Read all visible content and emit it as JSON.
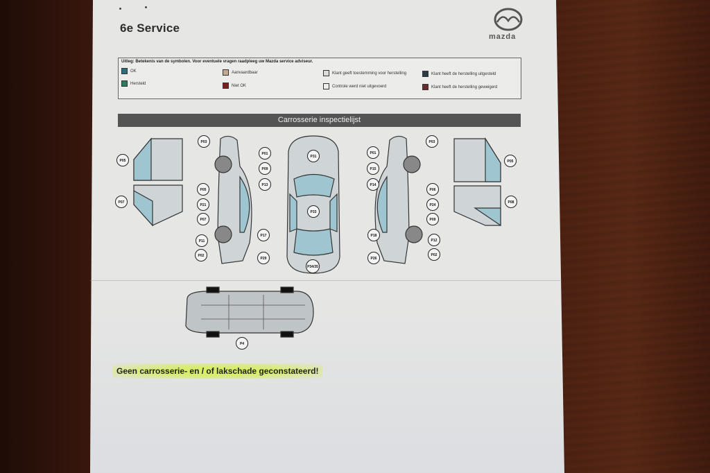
{
  "document": {
    "title": "6e Service",
    "brand": "mazda",
    "legend": {
      "heading": "Uitleg: Betekenis van de symbolen. Voor eventuele vragen raadpleeg uw Mazda service adviseur.",
      "items": [
        {
          "label": "OK",
          "symbol": "check-icon",
          "color": "#2e6e7a"
        },
        {
          "label": "Hersteld",
          "symbol": "repaired-icon",
          "color": "#2e7a5a"
        },
        {
          "label": "Aanvaardbaar",
          "symbol": "acceptable-icon",
          "color": "#c8a890"
        },
        {
          "label": "Niet OK",
          "symbol": "not-ok-icon",
          "color": "#7a2020"
        },
        {
          "label": "Klant geeft toestemming voor herstelling",
          "symbol": "consent-icon",
          "color": "#444444"
        },
        {
          "label": "Controle werd niet uitgevoerd",
          "symbol": "not-checked-icon",
          "color": "#444444"
        },
        {
          "label": "Klant heeft de herstelling uitgesteld",
          "symbol": "postponed-icon",
          "color": "#2a3a4a"
        },
        {
          "label": "Klant heeft de herstelling geweigerd",
          "symbol": "refused-icon",
          "color": "#6a2a2a"
        }
      ]
    },
    "section_title": "Carrosserie inspectielijst",
    "callouts": {
      "left": [
        "P05",
        "P07"
      ],
      "left_side": [
        "P03",
        "P01",
        "P09",
        "P13",
        "P05",
        "P21",
        "P07",
        "P11",
        "P02",
        "P17",
        "P29"
      ],
      "top": [
        "P31",
        "P33",
        "P34/35"
      ],
      "right_side": [
        "P01",
        "P15",
        "P14",
        "P06",
        "P24",
        "P09",
        "P18",
        "P12",
        "P26",
        "P02",
        "P03"
      ],
      "right": [
        "P05",
        "P08"
      ],
      "bottom": [
        "P4"
      ]
    },
    "result_note": "Geen carrosserie- en / of lakschade geconstateerd!"
  }
}
